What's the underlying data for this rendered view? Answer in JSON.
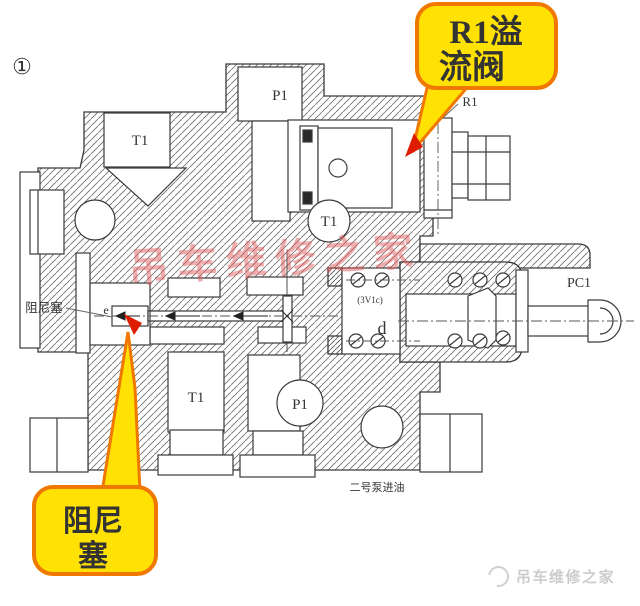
{
  "figure": {
    "number": "①",
    "caption": "二号泵进油"
  },
  "labels": {
    "t1_top": "T1",
    "p1_top": "P1",
    "t1_mid": "T1",
    "t1_bottom": "T1",
    "p1_bottom": "P1",
    "r1": "R1",
    "pc1": "PC1",
    "valve_code": "(3V1c)",
    "orifice_d": "d",
    "orifice_e": "e",
    "damping_plug_small": "阻尼塞"
  },
  "callouts": {
    "relief_valve": {
      "full": "R1溢流阀",
      "line1": "R1溢",
      "line2": "流阀"
    },
    "damping_plug": {
      "full": "阻尼塞",
      "line1": "阻尼",
      "line2": "塞"
    }
  },
  "watermarks": {
    "center": "吊车维修之家",
    "corner": "吊车维修之家"
  },
  "colors": {
    "callout_fill": "#ffe103",
    "callout_border": "#f07800",
    "callout_text": "#e60000",
    "callout_text_dark": "#5c1200",
    "arrow_red": "#dd1c00",
    "watermark_center": "#e05c5c",
    "watermark_corner": "#c9c9c9",
    "drawing_line": "#3a3a3a"
  }
}
